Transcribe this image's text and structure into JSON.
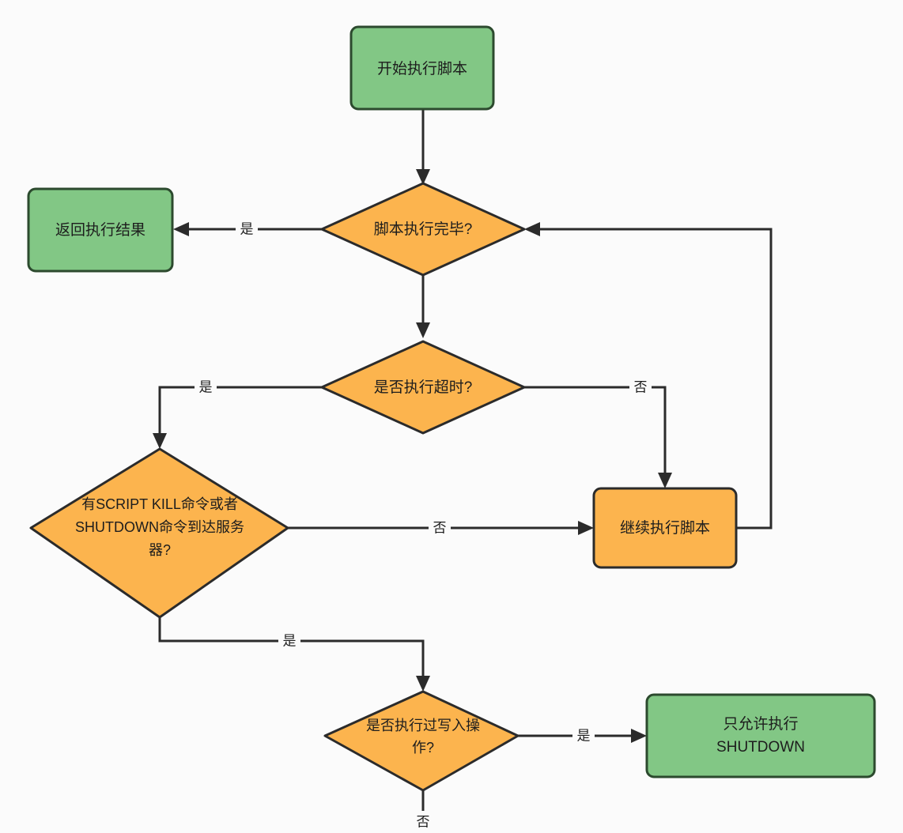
{
  "diagram": {
    "type": "flowchart",
    "title_text": "",
    "background_color": "#fbfbfb",
    "colors": {
      "terminal_fill": "#82c785",
      "terminal_stroke": "#2c4a2e",
      "decision_fill": "#fcb44e",
      "process_fill": "#fcb44e",
      "shape_stroke": "#2b2b2b",
      "edge_color": "#2b2b2b",
      "text_color": "#1d1d1d"
    },
    "nodes": [
      {
        "id": "start",
        "shape": "rounded-rect",
        "style": "terminal",
        "label": "开始执行脚本",
        "lines": [
          "开始执行脚本"
        ]
      },
      {
        "id": "return_result",
        "shape": "rounded-rect",
        "style": "terminal",
        "label": "返回执行结果",
        "lines": [
          "返回执行结果"
        ]
      },
      {
        "id": "script_done",
        "shape": "diamond",
        "style": "decision",
        "label": "脚本执行完毕?",
        "lines": [
          "脚本执行完毕?"
        ]
      },
      {
        "id": "timeout",
        "shape": "diamond",
        "style": "decision",
        "label": "是否执行超时?",
        "lines": [
          "是否执行超时?"
        ]
      },
      {
        "id": "kill_or_shutdown",
        "shape": "diamond",
        "style": "decision",
        "label": "有SCRIPT KILL命令或者SHUTDOWN命令到达服务器?",
        "lines": [
          "有SCRIPT KILL命令或者",
          "SHUTDOWN命令到达服务",
          "器?"
        ]
      },
      {
        "id": "continue_script",
        "shape": "rounded-rect",
        "style": "process",
        "label": "继续执行脚本",
        "lines": [
          "继续执行脚本"
        ]
      },
      {
        "id": "did_write",
        "shape": "diamond",
        "style": "decision",
        "label": "是否执行过写入操作?",
        "lines": [
          "是否执行过写入操",
          "作?"
        ]
      },
      {
        "id": "only_shutdown",
        "shape": "rounded-rect",
        "style": "terminal",
        "label": "只允许执行 SHUTDOWN",
        "lines": [
          "只允许执行",
          "SHUTDOWN"
        ]
      }
    ],
    "edges": [
      {
        "id": "e1",
        "from": "start",
        "to": "script_done",
        "label": ""
      },
      {
        "id": "e2",
        "from": "script_done",
        "to": "return_result",
        "label": "是"
      },
      {
        "id": "e3",
        "from": "script_done",
        "to": "timeout",
        "label": ""
      },
      {
        "id": "e4",
        "from": "timeout",
        "to": "kill_or_shutdown",
        "label": "是"
      },
      {
        "id": "e5",
        "from": "timeout",
        "to": "continue_script",
        "label": "否"
      },
      {
        "id": "e6",
        "from": "kill_or_shutdown",
        "to": "continue_script",
        "label": "否"
      },
      {
        "id": "e7",
        "from": "kill_or_shutdown",
        "to": "did_write",
        "label": "是"
      },
      {
        "id": "e8",
        "from": "continue_script",
        "to": "script_done",
        "label": ""
      },
      {
        "id": "e9",
        "from": "did_write",
        "to": "only_shutdown",
        "label": "是"
      },
      {
        "id": "e10",
        "from": "did_write",
        "to": "",
        "label": "否"
      }
    ]
  }
}
